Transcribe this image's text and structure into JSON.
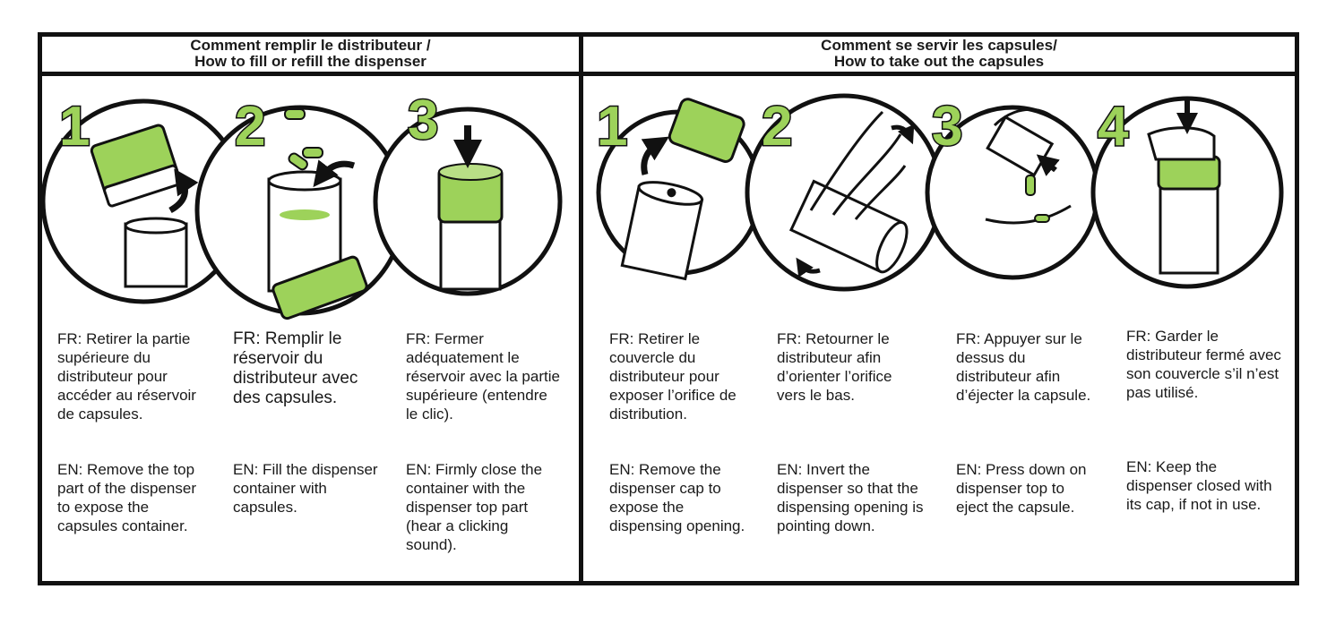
{
  "colors": {
    "accent": "#9dd25a",
    "outline": "#111111",
    "number_fill": "#9dd25a"
  },
  "sections": [
    {
      "title_fr": "Comment remplir le distributeur /",
      "title_en": "How to fill or refill the dispenser",
      "steps": [
        {
          "number": "1",
          "fr": "FR: Retirer la partie supérieure du distributeur pour accéder au réservoir de capsules.",
          "en": "EN: Remove the top part of the dispenser to expose the capsules container."
        },
        {
          "number": "2",
          "fr": "FR: Remplir le réservoir du distributeur avec des capsules.",
          "en": "EN: Fill the dispenser container with capsules."
        },
        {
          "number": "3",
          "fr": "FR: Fermer adéquatement le réservoir avec la partie supérieure (entendre le clic).",
          "en": "EN: Firmly close the container with the dispenser top part (hear a clicking sound)."
        }
      ]
    },
    {
      "title_fr": "Comment se servir les capsules/",
      "title_en": "How to take out the capsules",
      "steps": [
        {
          "number": "1",
          "fr": "FR: Retirer le couvercle du distributeur pour exposer l’orifice de distribution.",
          "en": "EN: Remove the dispenser cap to expose the dispensing opening."
        },
        {
          "number": "2",
          "fr": "FR: Retourner le distributeur afin d’orienter l’orifice vers le bas.",
          "en": "EN: Invert the dispenser so that the dispensing opening is pointing down."
        },
        {
          "number": "3",
          "fr": "FR: Appuyer sur le dessus du distributeur afin d’éjecter la capsule.",
          "en": "EN: Press down on dispenser top to eject the capsule."
        },
        {
          "number": "4",
          "fr": "FR: Garder le distributeur fermé avec son couvercle s’il n’est pas utilisé.",
          "en": "EN: Keep the dispenser closed with its cap, if not in use."
        }
      ]
    }
  ]
}
